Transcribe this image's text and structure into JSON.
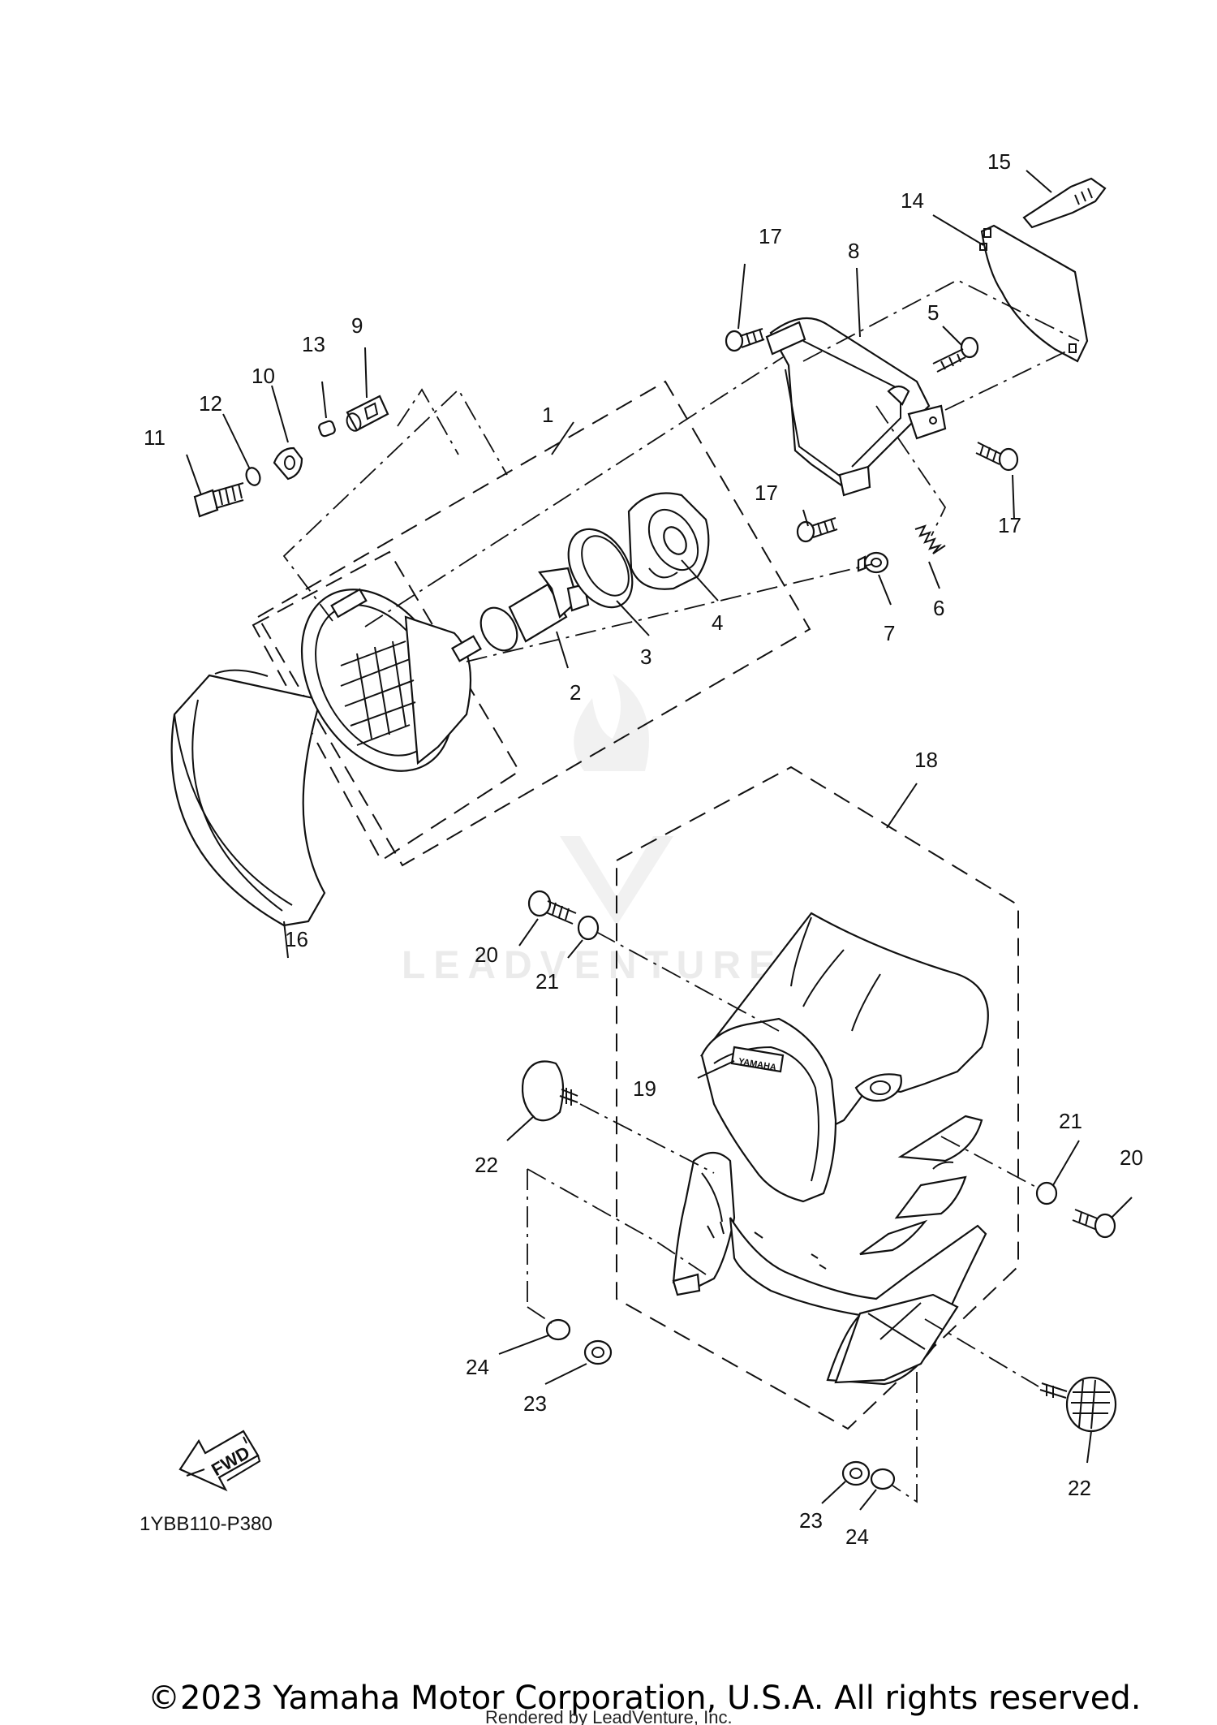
{
  "diagram": {
    "watermark": "LEADVENTURE",
    "diagram_code": "1YBB110-P380",
    "fwd_label": "FWD",
    "brand_badge": "YAMAHA",
    "copyright": "©2023 Yamaha Motor Corporation, U.S.A. All rights reserved.",
    "rendered_by": "Rendered by LeadVenture, Inc.",
    "callouts": [
      {
        "id": "c1",
        "text": "1"
      },
      {
        "id": "c2",
        "text": "2"
      },
      {
        "id": "c3",
        "text": "3"
      },
      {
        "id": "c4",
        "text": "4"
      },
      {
        "id": "c5",
        "text": "5"
      },
      {
        "id": "c6",
        "text": "6"
      },
      {
        "id": "c7",
        "text": "7"
      },
      {
        "id": "c8",
        "text": "8"
      },
      {
        "id": "c9",
        "text": "9"
      },
      {
        "id": "c10",
        "text": "10"
      },
      {
        "id": "c11",
        "text": "11"
      },
      {
        "id": "c12",
        "text": "12"
      },
      {
        "id": "c13",
        "text": "13"
      },
      {
        "id": "c14",
        "text": "14"
      },
      {
        "id": "c15",
        "text": "15"
      },
      {
        "id": "c16",
        "text": "16"
      },
      {
        "id": "c17a",
        "text": "17"
      },
      {
        "id": "c17b",
        "text": "17"
      },
      {
        "id": "c17c",
        "text": "17"
      },
      {
        "id": "c18",
        "text": "18"
      },
      {
        "id": "c19",
        "text": "19"
      },
      {
        "id": "c20a",
        "text": "20"
      },
      {
        "id": "c20b",
        "text": "20"
      },
      {
        "id": "c21a",
        "text": "21"
      },
      {
        "id": "c21b",
        "text": "21"
      },
      {
        "id": "c22a",
        "text": "22"
      },
      {
        "id": "c22b",
        "text": "22"
      },
      {
        "id": "c23a",
        "text": "23"
      },
      {
        "id": "c23b",
        "text": "23"
      },
      {
        "id": "c24a",
        "text": "24"
      },
      {
        "id": "c24b",
        "text": "24"
      }
    ]
  }
}
